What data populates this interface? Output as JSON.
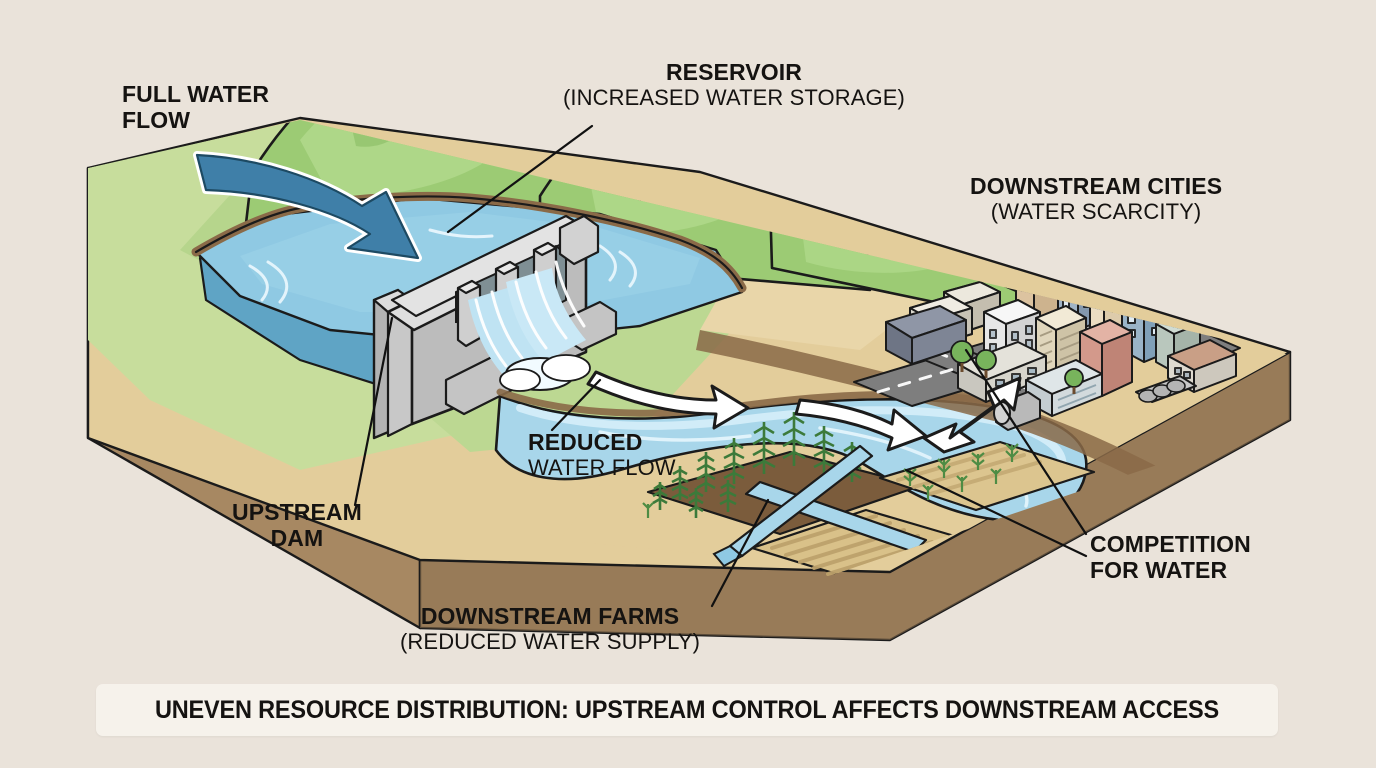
{
  "background_color": "#eae3da",
  "diagram": {
    "title_caption": "UNEVEN RESOURCE DISTRIBUTION: UPSTREAM CONTROL AFFECTS DOWNSTREAM ACCESS",
    "labels": {
      "full_water_flow": {
        "line1": "FULL WATER",
        "line2": "FLOW"
      },
      "reservoir": {
        "line1": "RESERVOIR",
        "line2": "(INCREASED WATER STORAGE)"
      },
      "downstream_cities": {
        "line1": "DOWNSTREAM CITIES",
        "line2": "(WATER SCARCITY)"
      },
      "reduced_water_flow": {
        "line1": "REDUCED",
        "line2": "WATER FLOW"
      },
      "upstream_dam": {
        "line1": "UPSTREAM",
        "line2": "DAM"
      },
      "downstream_farms": {
        "line1": "DOWNSTREAM FARMS",
        "line2": "(REDUCED WATER SUPPLY)"
      },
      "competition_for_water": {
        "line1": "COMPETITION",
        "line2": "FOR WATER"
      }
    },
    "palette": {
      "background": "#eae3da",
      "soil_block": "#a78862",
      "soil_block_dark": "#8d7150",
      "grass_light": "#c7dd9c",
      "grass_mid": "#a9cd7f",
      "hill_green": "#9ccb74",
      "hill_green_dark": "#86b85f",
      "shore_brown": "#8a6a48",
      "water_surface": "#8ec8e4",
      "water_deep": "#62aacb",
      "reservoir_top": "#8fc9e3",
      "reservoir_face": "#5fa4c5",
      "river_blue": "#a8d6ea",
      "sand": "#e3cd9b",
      "dry_sand": "#d8bf8a",
      "concrete": "#bdbdbd",
      "concrete_light": "#d7d7d7",
      "concrete_dark": "#9a9a9a",
      "road_gray": "#7a7a7a",
      "arrow_blue": "#3f7fa8",
      "outline": "#1b1b1b",
      "caption_panel": "#f6f2eb",
      "text": "#151311"
    },
    "elements": [
      {
        "name": "upstream-dam",
        "kind": "structure"
      },
      {
        "name": "reservoir",
        "kind": "water-body"
      },
      {
        "name": "green-hills",
        "kind": "terrain"
      },
      {
        "name": "downstream-river",
        "kind": "water-body"
      },
      {
        "name": "downstream-farms",
        "kind": "agriculture"
      },
      {
        "name": "downstream-city",
        "kind": "urban"
      },
      {
        "name": "full-water-flow-arrow",
        "kind": "arrow",
        "style": "solid-blue"
      },
      {
        "name": "reduced-flow-arrow-1",
        "kind": "arrow",
        "style": "hollow-white"
      },
      {
        "name": "reduced-flow-arrow-2",
        "kind": "arrow",
        "style": "hollow-white"
      },
      {
        "name": "competition-double-arrow",
        "kind": "arrow",
        "style": "hollow-white-double"
      }
    ]
  }
}
